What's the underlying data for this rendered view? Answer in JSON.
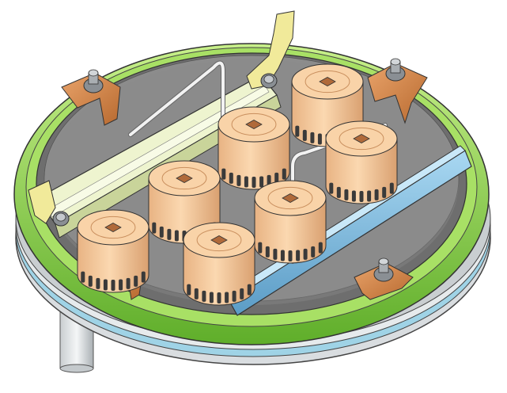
{
  "colors": {
    "background": "#ffffff",
    "rim_green": "#8fd84a",
    "rim_green_dark": "#5fae2a",
    "rim_green_light": "#c8f08a",
    "tray_gray": "#6e6e6e",
    "tray_gray_light": "#9a9a9a",
    "base_silver": "#d9dde0",
    "base_blue": "#9fd3e6",
    "cap_peach": "#f6c89a",
    "cap_peach_dark": "#d9a070",
    "bracket_copper": "#d78a4a",
    "bracket_copper_dark": "#a85f28",
    "bolt_gray": "#8a8f94",
    "rail_cream": "#eef4cf",
    "rail_cream_dark": "#c9d49a",
    "bar_blue": "#8cc6ea",
    "bar_blue_dark": "#5b9cc6",
    "tab_yellow": "#f1ea9a",
    "wire_white": "#f2f2f2",
    "outline": "#333333"
  },
  "icons": [
    "cap-icon",
    "bracket-icon",
    "bolt-icon",
    "wire-icon"
  ],
  "parts": {
    "caps_count": 7,
    "brackets_count": 4,
    "wires_count": 2
  }
}
